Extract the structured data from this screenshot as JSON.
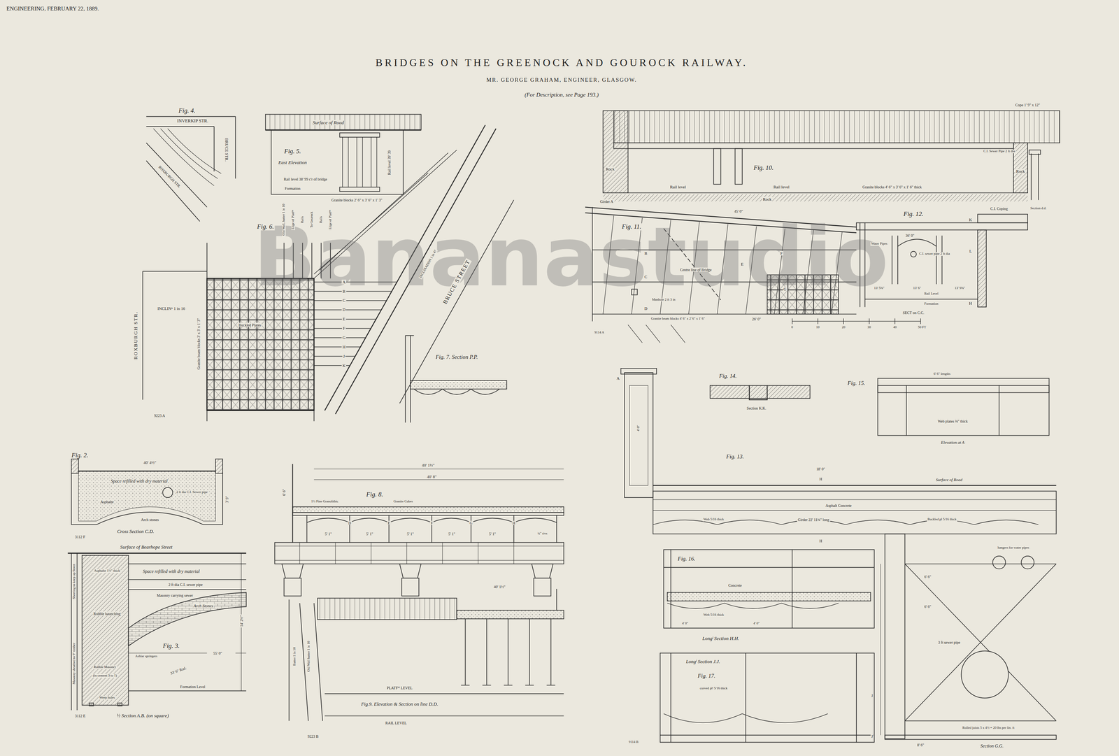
{
  "diagram": {
    "title": "BRIDGES ON THE GREENOCK AND GOUROCK RAILWAY.",
    "labels": [
      "ENGINEERING, FEBRUARY 22, 1889.",
      "MR. GEORGE GRAHAM, ENGINEER, GLASGOW.",
      "(For Description, see Page 193.)",
      "Bananastudio",
      "Fig. 4.",
      "INVERKIP STR.",
      "BRUCE STR.",
      "ROXBURGH STR.",
      "Surface of Road",
      "Fig. 5.",
      "East Elevation",
      "Rail level 38' 99 c'r of bridge",
      "Formation",
      "Rail level 39' 39",
      "Granite blocks 2' 6\" x 3' 6\" x 1' 3\"",
      "Fig. 6.",
      "Old Wall, batter 1 in 10",
      "Edge of Platfᵐ",
      "Rails",
      "To Gourock",
      "Rails",
      "Edge of Platfᵐ",
      "INCLINATION 1 in 47",
      "BRUCE STREET",
      "INCLINⁿ 1 in 16",
      "ROXBURGH STR.",
      "Granite beam blocks 3' x 3' x 1' 3\"",
      "Buckled Plates",
      "A",
      "B",
      "C",
      "D",
      "E",
      "F",
      "G",
      "H",
      "J",
      "K",
      "9223 A",
      "Fig. 7. Section P.P.",
      "Fig. 2.",
      "40' 4½\"",
      "Space refilled with dry material",
      "2 ft dia C.I. Sewer pipe",
      "Asphalte",
      "Arch stones",
      "3' 9\"",
      "Cross Section C.D.",
      "3112 F",
      "Surface of Bearhope Street",
      "Space refilled with dry material",
      "2 ft dia C.I. sewer pipe",
      "Masonry carrying sewer",
      "Asphalte 1½\" thick",
      "Arch Stones",
      "Rubble haunching",
      "Fig. 3.",
      "Ashlar springers",
      "Rubble Masonry",
      "(in cement 3 to 1)",
      "33' 6\" Rad.",
      "Formation Level",
      "Sheeting to keep up Street",
      "Masonry sheathed to 9\" timber",
      "Weep holes",
      "14' 2½\"",
      "55' 0\"",
      "½ Section A.B. (on square)",
      "3112 E",
      "40' 1½\"",
      "40' 8\"",
      "Fig. 8.",
      "6' 6\"",
      "1½ Fine Granolithic",
      "Granite Cubes",
      "5' 1\"",
      "5' 1\"",
      "5' 1\"",
      "5' 1\"",
      "5' 1\"",
      "¾\" rivs",
      "D",
      "E",
      "F",
      "G",
      "H",
      "40' 1½\"",
      "Fig.9. Elevation & Section on line D.D.",
      "Batter 1 in 10",
      "Old Wall batter 1 in 10",
      "PLATFᴹ LEVEL",
      "RAIL LEVEL",
      "9223 B",
      "Fig. 10.",
      "Rock",
      "Rail level",
      "Rail level",
      "Rock",
      "Granite blocks 4' 6\" x 3' 6\" x 1' 6\" thick",
      "Rock",
      "Cope 1' 9\" x 12\"",
      "C.I. Sewer Pipe 2 ft dia",
      "Section d.d.",
      "Fig. 11.",
      "Girder A",
      "45' 0\"",
      "B",
      "C",
      "D",
      "Centre line of Bridge",
      "Manhole 2 ft 3 in",
      "E",
      "F",
      "G",
      "Granite beam blocks 4' 6\" x 2' 6\" x 1' 6\"",
      "26' 0\"",
      "9114 A",
      "Fig. 12.",
      "36' 0\"",
      "C.I. Coping",
      "Water Pipes",
      "C.I. sewer pipe 2 ft dia",
      "13' 5⅜\"",
      "13' 6\"",
      "13' 9⅜\"",
      "Rail Level",
      "Formation",
      "SECT on C.C.",
      "K",
      "L",
      "H",
      "0",
      "10",
      "20",
      "30",
      "40",
      "50 FT",
      "Fig. 14.",
      "Section K.K.",
      "Fig. 15.",
      "6' 6\" lengths",
      "Web plates ⅜\" thick",
      "Elevation at A",
      "Fig. 13.",
      "18' 0\"",
      "H",
      "Surface of Road",
      "Asphalt Concrete",
      "Girder 22' 11¾\" long",
      "Web 5/16 thick",
      "Buckled pl 5/16 thick",
      "H",
      "hangers for water pipes",
      "6' 6\"",
      "6' 6\"",
      "3 ft sewer pipe",
      "J",
      "J",
      "Rolled joists 5 x 4½ = 20 lbs per lin. ft",
      "8' 6\"",
      "Section G.G.",
      "9114 B",
      "A",
      "4' 0\"",
      "Fig. 16.",
      "Concrete",
      "Web 5/16 thick",
      "4' 0\"",
      "4' 0\"",
      "Longˡ Section H.H.",
      "Longˡ Section J.J.",
      "Fig. 17.",
      "curved plᵗ 5/16 thick"
    ]
  }
}
